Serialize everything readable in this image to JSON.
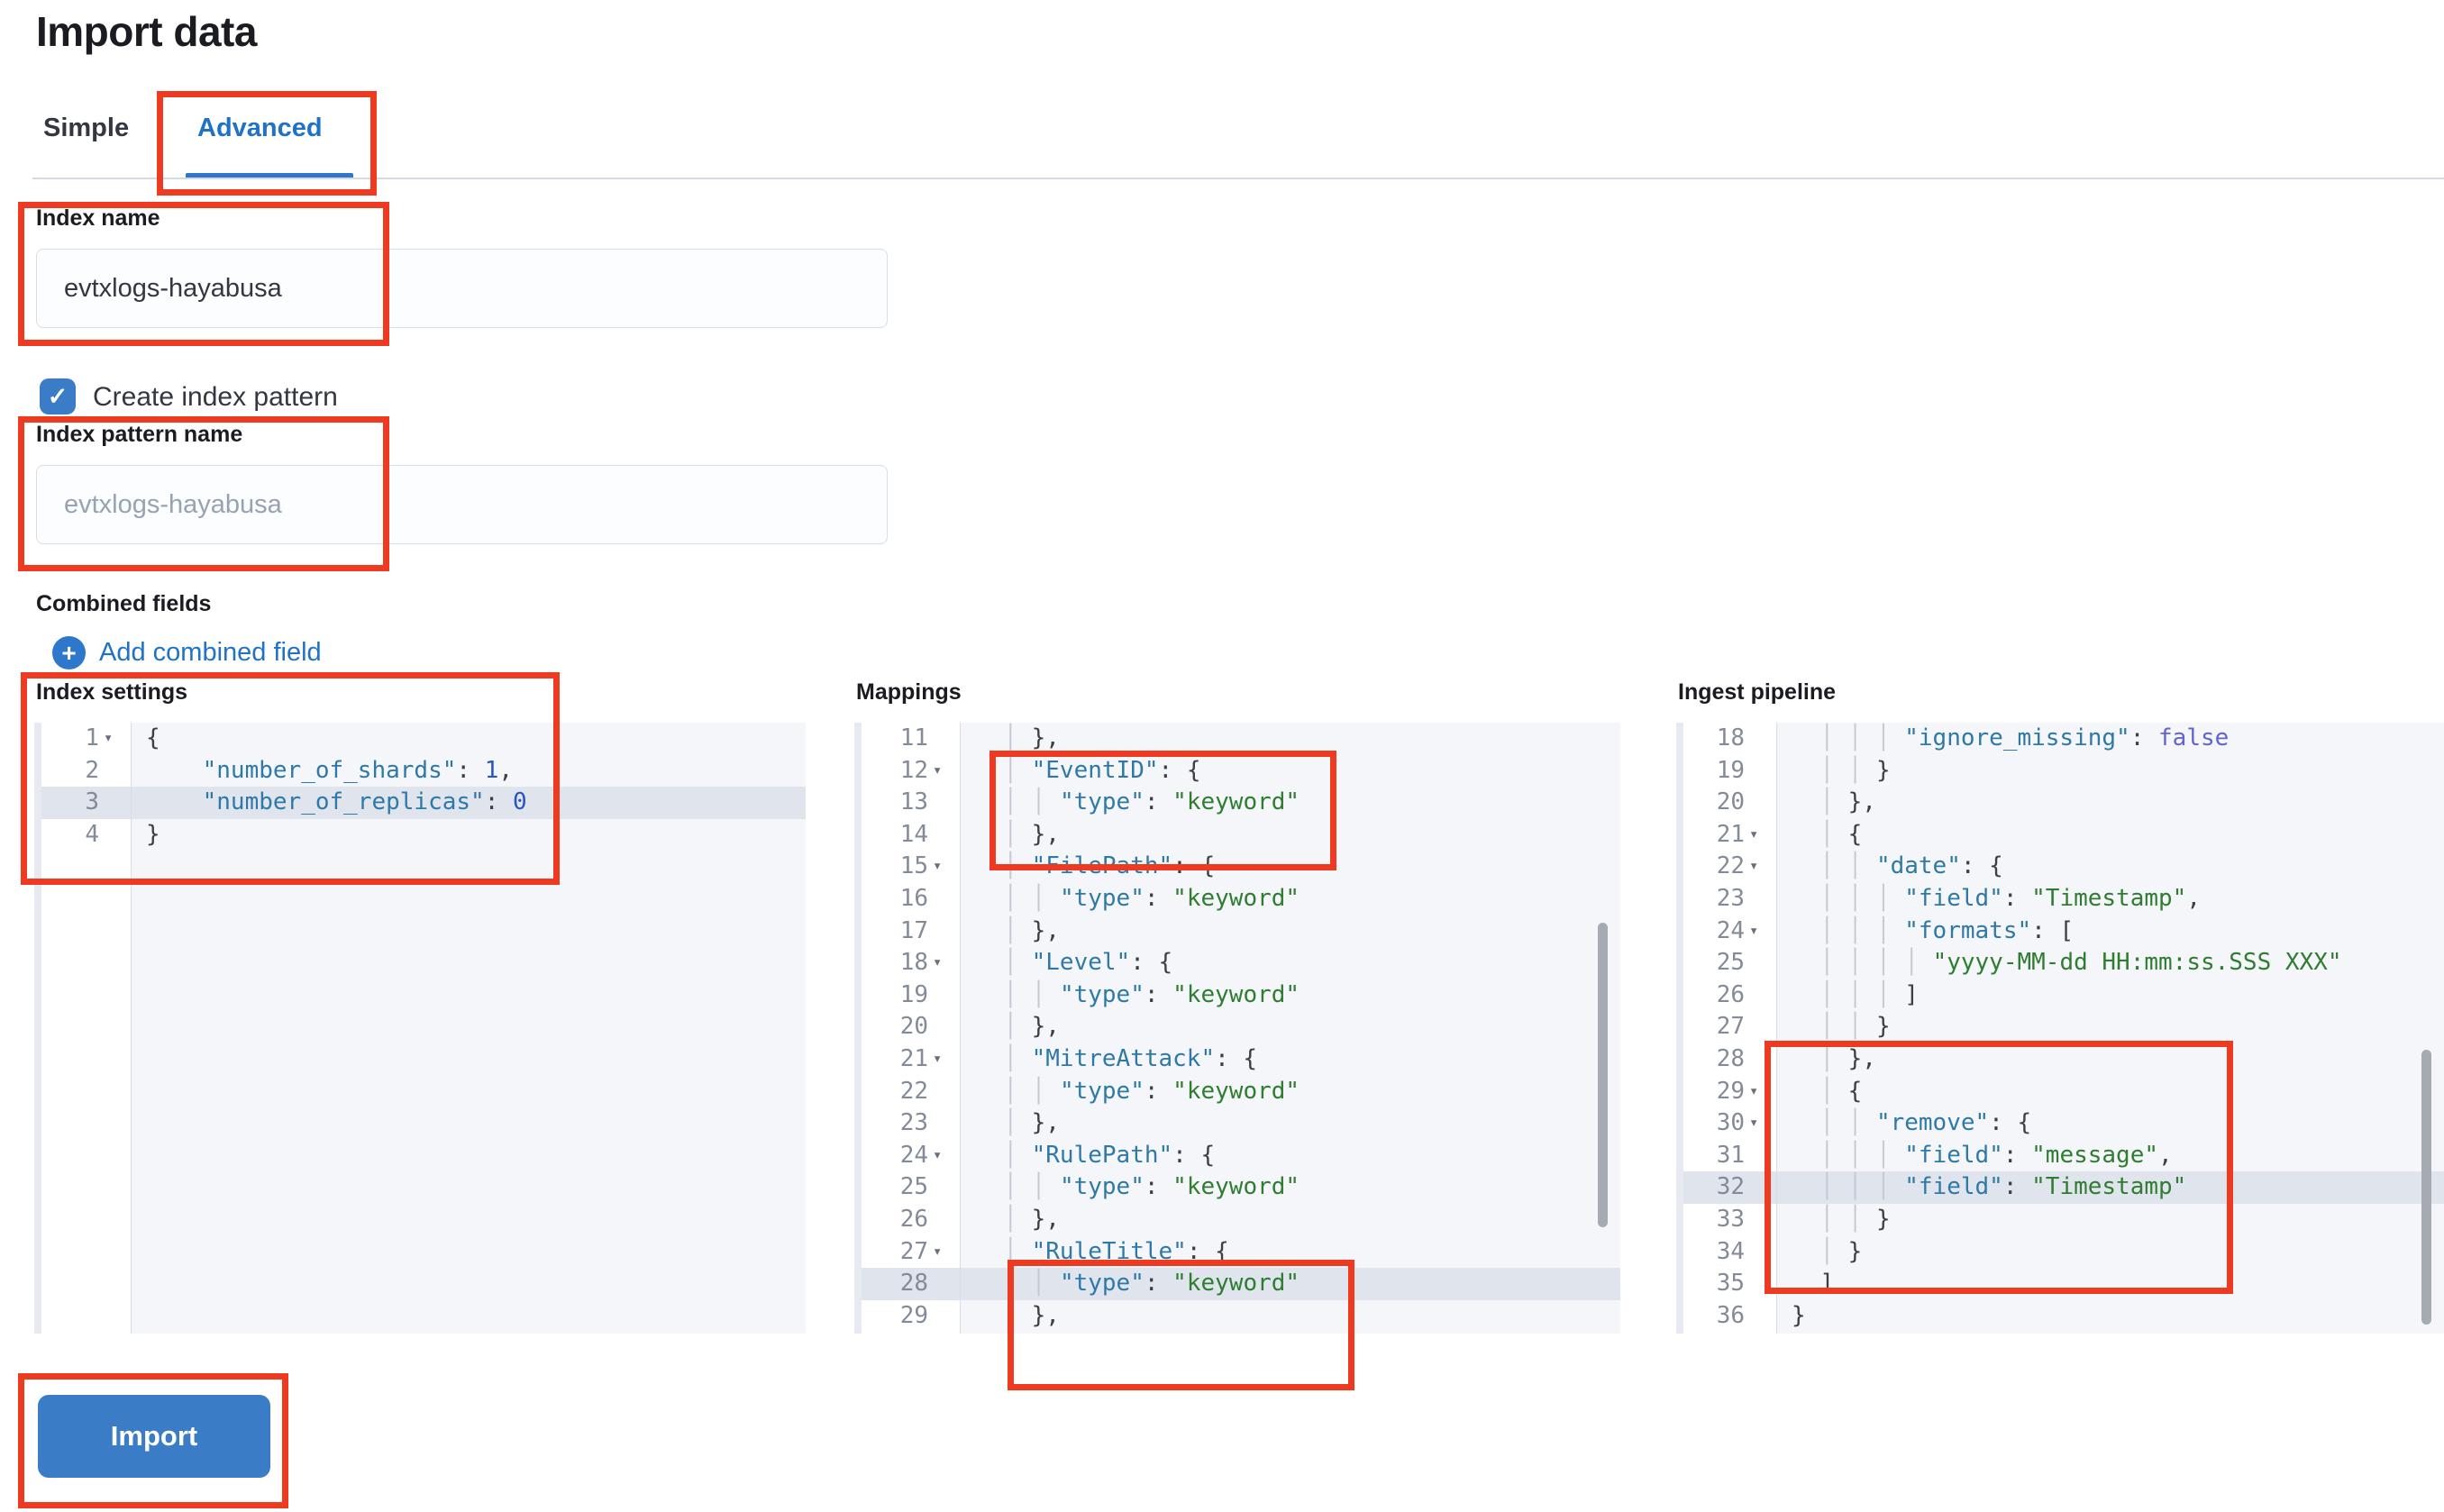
{
  "page": {
    "title": "Import data"
  },
  "tabs": {
    "simple": {
      "label": "Simple",
      "selected": false
    },
    "advanced": {
      "label": "Advanced",
      "selected": true
    }
  },
  "form": {
    "index_name": {
      "label": "Index name",
      "value": "evtxlogs-hayabusa"
    },
    "create_index_pattern": {
      "label": "Create index pattern",
      "checked": true
    },
    "index_pattern_name": {
      "label": "Index pattern name",
      "placeholder": "evtxlogs-hayabusa"
    },
    "combined_fields": {
      "label": "Combined fields",
      "add_link": "Add combined field"
    }
  },
  "icons": {
    "check": "✓",
    "plus": "+",
    "fold": "▾"
  },
  "import_button": {
    "label": "Import"
  },
  "colors": {
    "accent_blue": "#1f72c6",
    "button_blue": "#3a7cc6",
    "annotation_red": "#ee3a20",
    "editor_bg": "#f4f6f9",
    "active_line_bg": "#dfe4ed",
    "syntax_key": "#2e79a8",
    "syntax_string": "#2f7d31",
    "syntax_number": "#2a54c0",
    "syntax_atom": "#6262d0"
  },
  "editors": [
    {
      "label": "Index settings",
      "lines": [
        {
          "n": 1,
          "fold": true,
          "hl": false,
          "code": [
            [
              "p",
              "{"
            ]
          ]
        },
        {
          "n": 2,
          "fold": false,
          "hl": false,
          "code": [
            [
              "sp",
              "    "
            ],
            [
              "k",
              "\"number_of_shards\""
            ],
            [
              "p",
              ": "
            ],
            [
              "n",
              "1"
            ],
            [
              "p",
              ","
            ]
          ]
        },
        {
          "n": 3,
          "fold": false,
          "hl": true,
          "code": [
            [
              "sp",
              "    "
            ],
            [
              "k",
              "\"number_of_replicas\""
            ],
            [
              "p",
              ": "
            ],
            [
              "n",
              "0"
            ]
          ]
        },
        {
          "n": 4,
          "fold": false,
          "hl": false,
          "code": [
            [
              "p",
              "}"
            ]
          ]
        }
      ]
    },
    {
      "label": "Mappings",
      "lines": [
        {
          "n": 11,
          "fold": false,
          "hl": false,
          "code": [
            [
              "sp",
              "  "
            ],
            [
              "g",
              "│ "
            ],
            [
              "p",
              "},"
            ]
          ]
        },
        {
          "n": 12,
          "fold": true,
          "hl": false,
          "code": [
            [
              "sp",
              "  "
            ],
            [
              "g",
              "│ "
            ],
            [
              "k",
              "\"EventID\""
            ],
            [
              "p",
              ": {"
            ]
          ]
        },
        {
          "n": 13,
          "fold": false,
          "hl": false,
          "code": [
            [
              "sp",
              "  "
            ],
            [
              "g",
              "│ "
            ],
            [
              "g",
              "│ "
            ],
            [
              "k",
              "\"type\""
            ],
            [
              "p",
              ": "
            ],
            [
              "s",
              "\"keyword\""
            ]
          ]
        },
        {
          "n": 14,
          "fold": false,
          "hl": false,
          "code": [
            [
              "sp",
              "  "
            ],
            [
              "g",
              "│ "
            ],
            [
              "p",
              "},"
            ]
          ]
        },
        {
          "n": 15,
          "fold": true,
          "hl": false,
          "code": [
            [
              "sp",
              "  "
            ],
            [
              "g",
              "│ "
            ],
            [
              "k",
              "\"FilePath\""
            ],
            [
              "p",
              ": {"
            ]
          ]
        },
        {
          "n": 16,
          "fold": false,
          "hl": false,
          "code": [
            [
              "sp",
              "  "
            ],
            [
              "g",
              "│ "
            ],
            [
              "g",
              "│ "
            ],
            [
              "k",
              "\"type\""
            ],
            [
              "p",
              ": "
            ],
            [
              "s",
              "\"keyword\""
            ]
          ]
        },
        {
          "n": 17,
          "fold": false,
          "hl": false,
          "code": [
            [
              "sp",
              "  "
            ],
            [
              "g",
              "│ "
            ],
            [
              "p",
              "},"
            ]
          ]
        },
        {
          "n": 18,
          "fold": true,
          "hl": false,
          "code": [
            [
              "sp",
              "  "
            ],
            [
              "g",
              "│ "
            ],
            [
              "k",
              "\"Level\""
            ],
            [
              "p",
              ": {"
            ]
          ]
        },
        {
          "n": 19,
          "fold": false,
          "hl": false,
          "code": [
            [
              "sp",
              "  "
            ],
            [
              "g",
              "│ "
            ],
            [
              "g",
              "│ "
            ],
            [
              "k",
              "\"type\""
            ],
            [
              "p",
              ": "
            ],
            [
              "s",
              "\"keyword\""
            ]
          ]
        },
        {
          "n": 20,
          "fold": false,
          "hl": false,
          "code": [
            [
              "sp",
              "  "
            ],
            [
              "g",
              "│ "
            ],
            [
              "p",
              "},"
            ]
          ]
        },
        {
          "n": 21,
          "fold": true,
          "hl": false,
          "code": [
            [
              "sp",
              "  "
            ],
            [
              "g",
              "│ "
            ],
            [
              "k",
              "\"MitreAttack\""
            ],
            [
              "p",
              ": {"
            ]
          ]
        },
        {
          "n": 22,
          "fold": false,
          "hl": false,
          "code": [
            [
              "sp",
              "  "
            ],
            [
              "g",
              "│ "
            ],
            [
              "g",
              "│ "
            ],
            [
              "k",
              "\"type\""
            ],
            [
              "p",
              ": "
            ],
            [
              "s",
              "\"keyword\""
            ]
          ]
        },
        {
          "n": 23,
          "fold": false,
          "hl": false,
          "code": [
            [
              "sp",
              "  "
            ],
            [
              "g",
              "│ "
            ],
            [
              "p",
              "},"
            ]
          ]
        },
        {
          "n": 24,
          "fold": true,
          "hl": false,
          "code": [
            [
              "sp",
              "  "
            ],
            [
              "g",
              "│ "
            ],
            [
              "k",
              "\"RulePath\""
            ],
            [
              "p",
              ": {"
            ]
          ]
        },
        {
          "n": 25,
          "fold": false,
          "hl": false,
          "code": [
            [
              "sp",
              "  "
            ],
            [
              "g",
              "│ "
            ],
            [
              "g",
              "│ "
            ],
            [
              "k",
              "\"type\""
            ],
            [
              "p",
              ": "
            ],
            [
              "s",
              "\"keyword\""
            ]
          ]
        },
        {
          "n": 26,
          "fold": false,
          "hl": false,
          "code": [
            [
              "sp",
              "  "
            ],
            [
              "g",
              "│ "
            ],
            [
              "p",
              "},"
            ]
          ]
        },
        {
          "n": 27,
          "fold": true,
          "hl": false,
          "code": [
            [
              "sp",
              "  "
            ],
            [
              "g",
              "│ "
            ],
            [
              "k",
              "\"RuleTitle\""
            ],
            [
              "p",
              ": {"
            ]
          ]
        },
        {
          "n": 28,
          "fold": false,
          "hl": true,
          "code": [
            [
              "sp",
              "  "
            ],
            [
              "g",
              "│ "
            ],
            [
              "g",
              "│ "
            ],
            [
              "k",
              "\"type\""
            ],
            [
              "p",
              ": "
            ],
            [
              "s",
              "\"keyword\""
            ]
          ]
        },
        {
          "n": 29,
          "fold": false,
          "hl": false,
          "code": [
            [
              "sp",
              "  "
            ],
            [
              "g",
              "│ "
            ],
            [
              "p",
              "},"
            ]
          ]
        }
      ]
    },
    {
      "label": "Ingest pipeline",
      "lines": [
        {
          "n": 18,
          "fold": false,
          "hl": false,
          "code": [
            [
              "sp",
              "  "
            ],
            [
              "g",
              "│ "
            ],
            [
              "g",
              "│ "
            ],
            [
              "g",
              "│ "
            ],
            [
              "k",
              "\"ignore_missing\""
            ],
            [
              "p",
              ": "
            ],
            [
              "a",
              "false"
            ]
          ]
        },
        {
          "n": 19,
          "fold": false,
          "hl": false,
          "code": [
            [
              "sp",
              "  "
            ],
            [
              "g",
              "│ "
            ],
            [
              "g",
              "│ "
            ],
            [
              "p",
              "}"
            ]
          ]
        },
        {
          "n": 20,
          "fold": false,
          "hl": false,
          "code": [
            [
              "sp",
              "  "
            ],
            [
              "g",
              "│ "
            ],
            [
              "p",
              "},"
            ]
          ]
        },
        {
          "n": 21,
          "fold": true,
          "hl": false,
          "code": [
            [
              "sp",
              "  "
            ],
            [
              "g",
              "│ "
            ],
            [
              "p",
              "{"
            ]
          ]
        },
        {
          "n": 22,
          "fold": true,
          "hl": false,
          "code": [
            [
              "sp",
              "  "
            ],
            [
              "g",
              "│ "
            ],
            [
              "g",
              "│ "
            ],
            [
              "k",
              "\"date\""
            ],
            [
              "p",
              ": {"
            ]
          ]
        },
        {
          "n": 23,
          "fold": false,
          "hl": false,
          "code": [
            [
              "sp",
              "  "
            ],
            [
              "g",
              "│ "
            ],
            [
              "g",
              "│ "
            ],
            [
              "g",
              "│ "
            ],
            [
              "k",
              "\"field\""
            ],
            [
              "p",
              ": "
            ],
            [
              "s",
              "\"Timestamp\""
            ],
            [
              "p",
              ","
            ]
          ]
        },
        {
          "n": 24,
          "fold": true,
          "hl": false,
          "code": [
            [
              "sp",
              "  "
            ],
            [
              "g",
              "│ "
            ],
            [
              "g",
              "│ "
            ],
            [
              "g",
              "│ "
            ],
            [
              "k",
              "\"formats\""
            ],
            [
              "p",
              ": ["
            ]
          ]
        },
        {
          "n": 25,
          "fold": false,
          "hl": false,
          "code": [
            [
              "sp",
              "  "
            ],
            [
              "g",
              "│ "
            ],
            [
              "g",
              "│ "
            ],
            [
              "g",
              "│ "
            ],
            [
              "g",
              "│ "
            ],
            [
              "s",
              "\"yyyy-MM-dd HH:mm:ss.SSS XXX\""
            ]
          ]
        },
        {
          "n": 26,
          "fold": false,
          "hl": false,
          "code": [
            [
              "sp",
              "  "
            ],
            [
              "g",
              "│ "
            ],
            [
              "g",
              "│ "
            ],
            [
              "g",
              "│ "
            ],
            [
              "p",
              "]"
            ]
          ]
        },
        {
          "n": 27,
          "fold": false,
          "hl": false,
          "code": [
            [
              "sp",
              "  "
            ],
            [
              "g",
              "│ "
            ],
            [
              "g",
              "│ "
            ],
            [
              "p",
              "}"
            ]
          ]
        },
        {
          "n": 28,
          "fold": false,
          "hl": false,
          "code": [
            [
              "sp",
              "  "
            ],
            [
              "g",
              "│ "
            ],
            [
              "p",
              "},"
            ]
          ]
        },
        {
          "n": 29,
          "fold": true,
          "hl": false,
          "code": [
            [
              "sp",
              "  "
            ],
            [
              "g",
              "│ "
            ],
            [
              "p",
              "{"
            ]
          ]
        },
        {
          "n": 30,
          "fold": true,
          "hl": false,
          "code": [
            [
              "sp",
              "  "
            ],
            [
              "g",
              "│ "
            ],
            [
              "g",
              "│ "
            ],
            [
              "k",
              "\"remove\""
            ],
            [
              "p",
              ": {"
            ]
          ]
        },
        {
          "n": 31,
          "fold": false,
          "hl": false,
          "code": [
            [
              "sp",
              "  "
            ],
            [
              "g",
              "│ "
            ],
            [
              "g",
              "│ "
            ],
            [
              "g",
              "│ "
            ],
            [
              "k",
              "\"field\""
            ],
            [
              "p",
              ": "
            ],
            [
              "s",
              "\"message\""
            ],
            [
              "p",
              ","
            ]
          ]
        },
        {
          "n": 32,
          "fold": false,
          "hl": true,
          "code": [
            [
              "sp",
              "  "
            ],
            [
              "g",
              "│ "
            ],
            [
              "g",
              "│ "
            ],
            [
              "g",
              "│ "
            ],
            [
              "k",
              "\"field\""
            ],
            [
              "p",
              ": "
            ],
            [
              "s",
              "\"Timestamp\""
            ]
          ]
        },
        {
          "n": 33,
          "fold": false,
          "hl": false,
          "code": [
            [
              "sp",
              "  "
            ],
            [
              "g",
              "│ "
            ],
            [
              "g",
              "│ "
            ],
            [
              "p",
              "}"
            ]
          ]
        },
        {
          "n": 34,
          "fold": false,
          "hl": false,
          "code": [
            [
              "sp",
              "  "
            ],
            [
              "g",
              "│ "
            ],
            [
              "p",
              "}"
            ]
          ]
        },
        {
          "n": 35,
          "fold": false,
          "hl": false,
          "code": [
            [
              "sp",
              "  "
            ],
            [
              "p",
              "]"
            ]
          ]
        },
        {
          "n": 36,
          "fold": false,
          "hl": false,
          "code": [
            [
              "p",
              "}"
            ]
          ]
        }
      ]
    }
  ]
}
